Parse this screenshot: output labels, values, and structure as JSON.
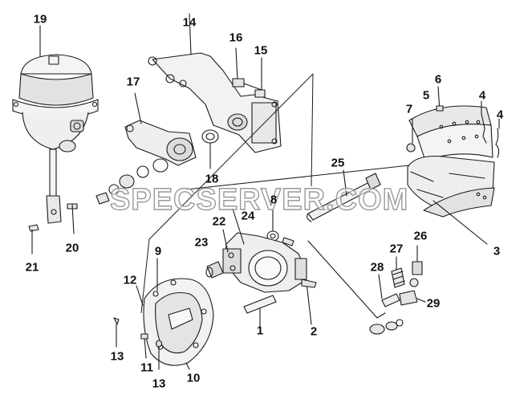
{
  "watermark": "SPECSERVER.COM",
  "colors": {
    "line": "#1a1a1a",
    "fill": "#f4f4f4",
    "shade": "#d6d6d6",
    "watermark": "#9a9a9a"
  },
  "callouts": [
    {
      "id": "c19",
      "text": "19"
    },
    {
      "id": "c14",
      "text": "14"
    },
    {
      "id": "c16",
      "text": "16"
    },
    {
      "id": "c15",
      "text": "15"
    },
    {
      "id": "c17",
      "text": "17"
    },
    {
      "id": "c6",
      "text": "6"
    },
    {
      "id": "c7",
      "text": "7"
    },
    {
      "id": "c5",
      "text": "5"
    },
    {
      "id": "c4a",
      "text": "4"
    },
    {
      "id": "c4b",
      "text": "4"
    },
    {
      "id": "c18",
      "text": "18"
    },
    {
      "id": "c25",
      "text": "25"
    },
    {
      "id": "c8",
      "text": "8"
    },
    {
      "id": "c22",
      "text": "22"
    },
    {
      "id": "c24",
      "text": "24"
    },
    {
      "id": "c20",
      "text": "20"
    },
    {
      "id": "c23",
      "text": "23"
    },
    {
      "id": "c9",
      "text": "9"
    },
    {
      "id": "c26",
      "text": "26"
    },
    {
      "id": "c27",
      "text": "27"
    },
    {
      "id": "c3",
      "text": "3"
    },
    {
      "id": "c21",
      "text": "21"
    },
    {
      "id": "c12",
      "text": "12"
    },
    {
      "id": "c28",
      "text": "28"
    },
    {
      "id": "c29",
      "text": "29"
    },
    {
      "id": "c1",
      "text": "1"
    },
    {
      "id": "c2",
      "text": "2"
    },
    {
      "id": "c13a",
      "text": "13"
    },
    {
      "id": "c11",
      "text": "11"
    },
    {
      "id": "c13b",
      "text": "13"
    },
    {
      "id": "c10",
      "text": "10"
    }
  ]
}
